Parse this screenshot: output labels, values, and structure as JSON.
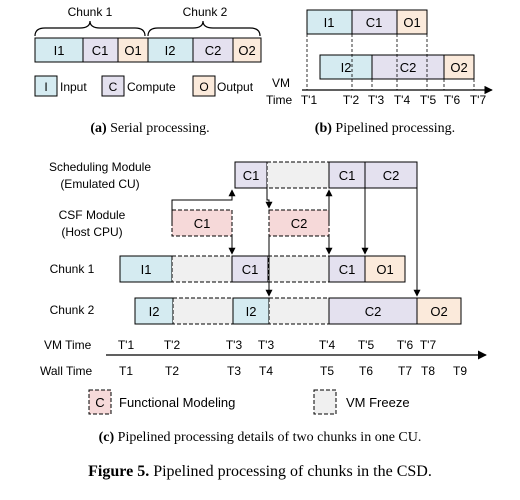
{
  "panel_a": {
    "chunk1_label": "Chunk 1",
    "chunk2_label": "Chunk 2",
    "boxes": [
      "I1",
      "C1",
      "O1",
      "I2",
      "C2",
      "O2"
    ],
    "legend": {
      "input_symbol": "I",
      "input_label": "Input",
      "compute_symbol": "C",
      "compute_label": "Compute",
      "output_symbol": "O",
      "output_label": "Output"
    },
    "caption_tag": "(a)",
    "caption_text": " Serial processing."
  },
  "panel_b": {
    "row1_boxes": [
      "I1",
      "C1",
      "O1"
    ],
    "row2_boxes": [
      "I2",
      "C2",
      "O2"
    ],
    "vm_label": "VM",
    "time_label": "Time",
    "ticks": [
      "T'1",
      "T'2",
      "T'3",
      "T'4",
      "T'5",
      "T'6",
      "T'7"
    ],
    "caption_tag": "(b)",
    "caption_text": " Pipelined processing."
  },
  "panel_c": {
    "row_labels": {
      "sched_line1": "Scheduling Module",
      "sched_line2": "(Emulated CU)",
      "csf_line1": "CSF Module",
      "csf_line2": "(Host CPU)",
      "chunk1": "Chunk 1",
      "chunk2": "Chunk 2"
    },
    "sched_boxes": [
      "C1",
      "C1",
      "C2"
    ],
    "csf_boxes": [
      "C1",
      "C2"
    ],
    "chunk1_boxes": [
      "I1",
      "C1",
      "C1",
      "O1"
    ],
    "chunk2_boxes": [
      "I2",
      "I2",
      "C2",
      "O2"
    ],
    "vm_time_label": "VM Time",
    "wall_time_label": "Wall Time",
    "vm_ticks": [
      "T'1",
      "T'2",
      "T'3",
      "T'3",
      "T'4",
      "T'5",
      "T'6",
      "T'7"
    ],
    "wall_ticks": [
      "T1",
      "T2",
      "T3",
      "T4",
      "T5",
      "T6",
      "T7",
      "T8",
      "T9"
    ],
    "legend": {
      "functional_symbol": "C",
      "functional_label": "Functional Modeling",
      "freeze_label": "VM Freeze"
    },
    "caption_tag": "(c)",
    "caption_text": " Pipelined processing details of two chunks in one CU."
  },
  "figure_caption": {
    "tag": "Figure 5.",
    "text": " Pipelined processing of chunks in the CSD."
  },
  "colors": {
    "input": "#d5ebf1",
    "compute": "#e4e1ef",
    "output": "#fbeadb",
    "functional": "#f6d9d9",
    "freeze": "#f0f0f0",
    "line": "#000000"
  }
}
